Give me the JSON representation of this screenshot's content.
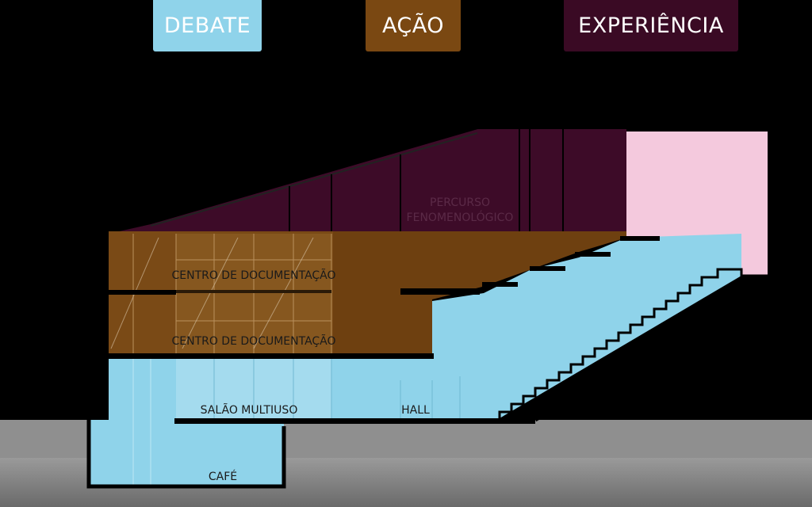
{
  "legend": {
    "debate": {
      "label": "DEBATE",
      "color": "#8fd3ea"
    },
    "acao": {
      "label": "AÇÃO",
      "color": "#7a4812"
    },
    "experiencia": {
      "label": "EXPERIÊNCIA",
      "color": "#3a0a24"
    }
  },
  "labels": {
    "percurso_line1": "PERCURSO",
    "percurso_line2": "FENOMENOLÓGICO",
    "centro_doc_upper": "CENTRO DE DOCUMENTAÇÃO",
    "centro_doc_lower": "CENTRO DE DOCUMENTAÇÃO",
    "salao": "SALÃO MULTIUSO",
    "hall": "HALL",
    "cafe": "CAFÉ"
  },
  "colors": {
    "debate": "#8fd3ea",
    "acao": "#6e4010",
    "experiencia": "#3d0b28",
    "pink": "#f4c9dd",
    "ground": "#8c8c8c"
  }
}
